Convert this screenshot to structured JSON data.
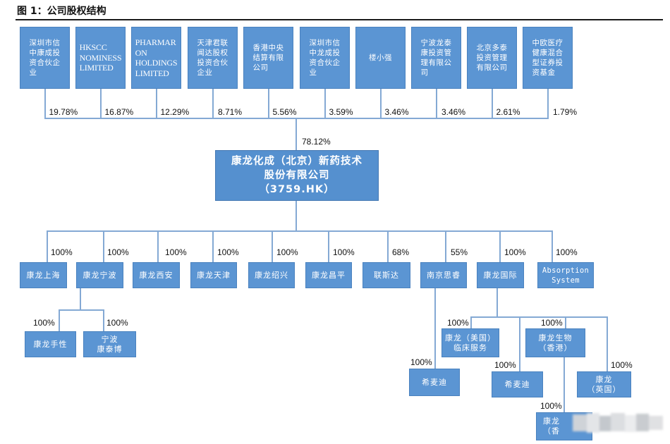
{
  "title": "图 1：公司股权结构",
  "colors": {
    "box_fill": "#5b95d3",
    "box_border": "#4a82bf",
    "connector": "#84a9d4"
  },
  "shareholders": [
    {
      "name": "深圳市信\n中康成投\n资合伙企\n业",
      "pct": "19.78%"
    },
    {
      "name": "HKSCC\nNOMINESS\nLIMITED",
      "pct": "16.87%"
    },
    {
      "name": "PHARMAR\nON\nHOLDINGS\nLIMITED",
      "pct": "12.29%"
    },
    {
      "name": "天津君联\n闻达股权\n投资合伙\n企业",
      "pct": "8.71%"
    },
    {
      "name": "香港中央\n结算有限\n公司",
      "pct": "5.56%"
    },
    {
      "name": "深圳市信\n中龙成投\n资合伙企\n业",
      "pct": "3.59%"
    },
    {
      "name": "楼小强",
      "pct": "3.46%"
    },
    {
      "name": "宁波龙泰\n康投资管\n理有限公\n司",
      "pct": "3.46%"
    },
    {
      "name": "北京多泰\n投资管理\n有限公司",
      "pct": "2.61%"
    },
    {
      "name": "中欧医疗\n健康混合\n型证券投\n资基金",
      "pct": "1.79%"
    }
  ],
  "company": {
    "name": "康龙化成（北京）新药技术\n股份有限公司\n（3759.HK）",
    "pct": "78.12%"
  },
  "subsidiaries": [
    {
      "name": "康龙上海",
      "pct": "100%"
    },
    {
      "name": "康龙宁波",
      "pct": "100%"
    },
    {
      "name": "康龙西安",
      "pct": "100%"
    },
    {
      "name": "康龙天津",
      "pct": "100%"
    },
    {
      "name": "康龙绍兴",
      "pct": "100%"
    },
    {
      "name": "康龙昌平",
      "pct": "100%"
    },
    {
      "name": "联斯达",
      "pct": "68%"
    },
    {
      "name": "南京思睿",
      "pct": "55%"
    },
    {
      "name": "康龙国际",
      "pct": "100%"
    },
    {
      "name": "Absorption\nSystem",
      "pct": "100%"
    }
  ],
  "ningbo_subsidiaries": [
    {
      "name": "康龙手性",
      "pct": "100%"
    },
    {
      "name": "宁波\n康泰博",
      "pct": "100%"
    }
  ],
  "nanjing_subsidiaries": [
    {
      "name": "希麦迪",
      "pct": "100%"
    }
  ],
  "international_subsidiaries": [
    {
      "name": "康龙（美国）\n临床服务",
      "pct": "100%"
    },
    {
      "name": "希麦迪",
      "pct": "100%"
    },
    {
      "name": "康龙生物\n（香港）",
      "pct": "100%"
    },
    {
      "name": "康龙\n（英国）",
      "pct": "100%"
    }
  ],
  "hk_subsidiaries": [
    {
      "name": "康龙\n（香",
      "pct": "100%"
    }
  ]
}
